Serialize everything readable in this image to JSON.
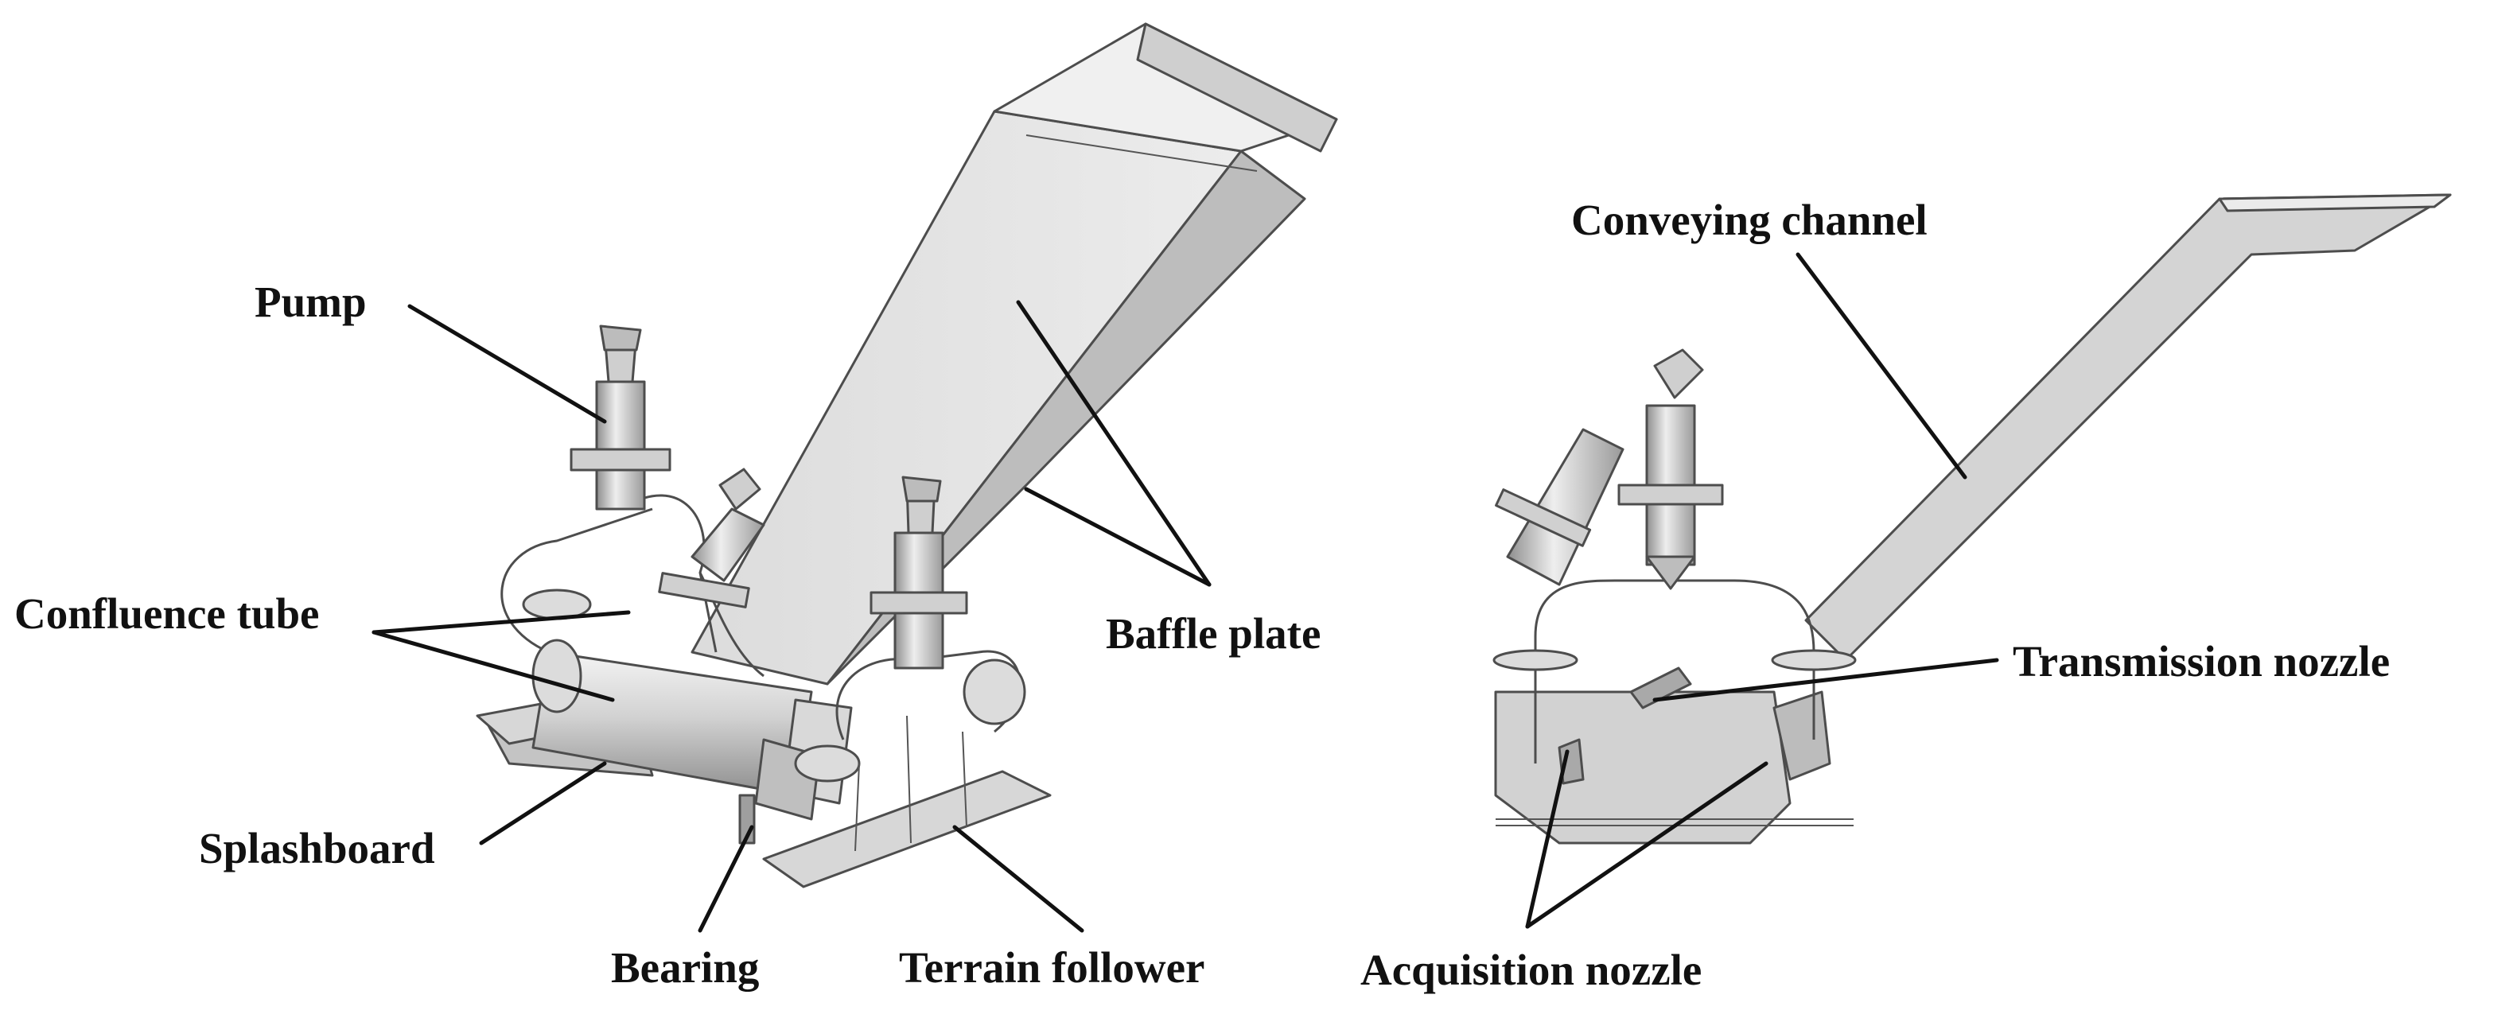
{
  "labels": {
    "pump": "Pump",
    "confluence_tube": "Confluence tube",
    "splashboard": "Splashboard",
    "bearing": "Bearing",
    "terrain_follower": "Terrain follower",
    "baffle_plate": "Baffle plate",
    "conveying_channel": "Conveying channel",
    "transmission_nozzle": "Transmission nozzle",
    "acquisition_nozzle": "Acquisition nozzle"
  },
  "colors": {
    "background": "#ffffff",
    "text": "#111111",
    "metal_light": "#e6e6e6",
    "metal_mid": "#c8c8c8",
    "metal_dark": "#9a9a9a",
    "edge": "#4d4d4d"
  }
}
